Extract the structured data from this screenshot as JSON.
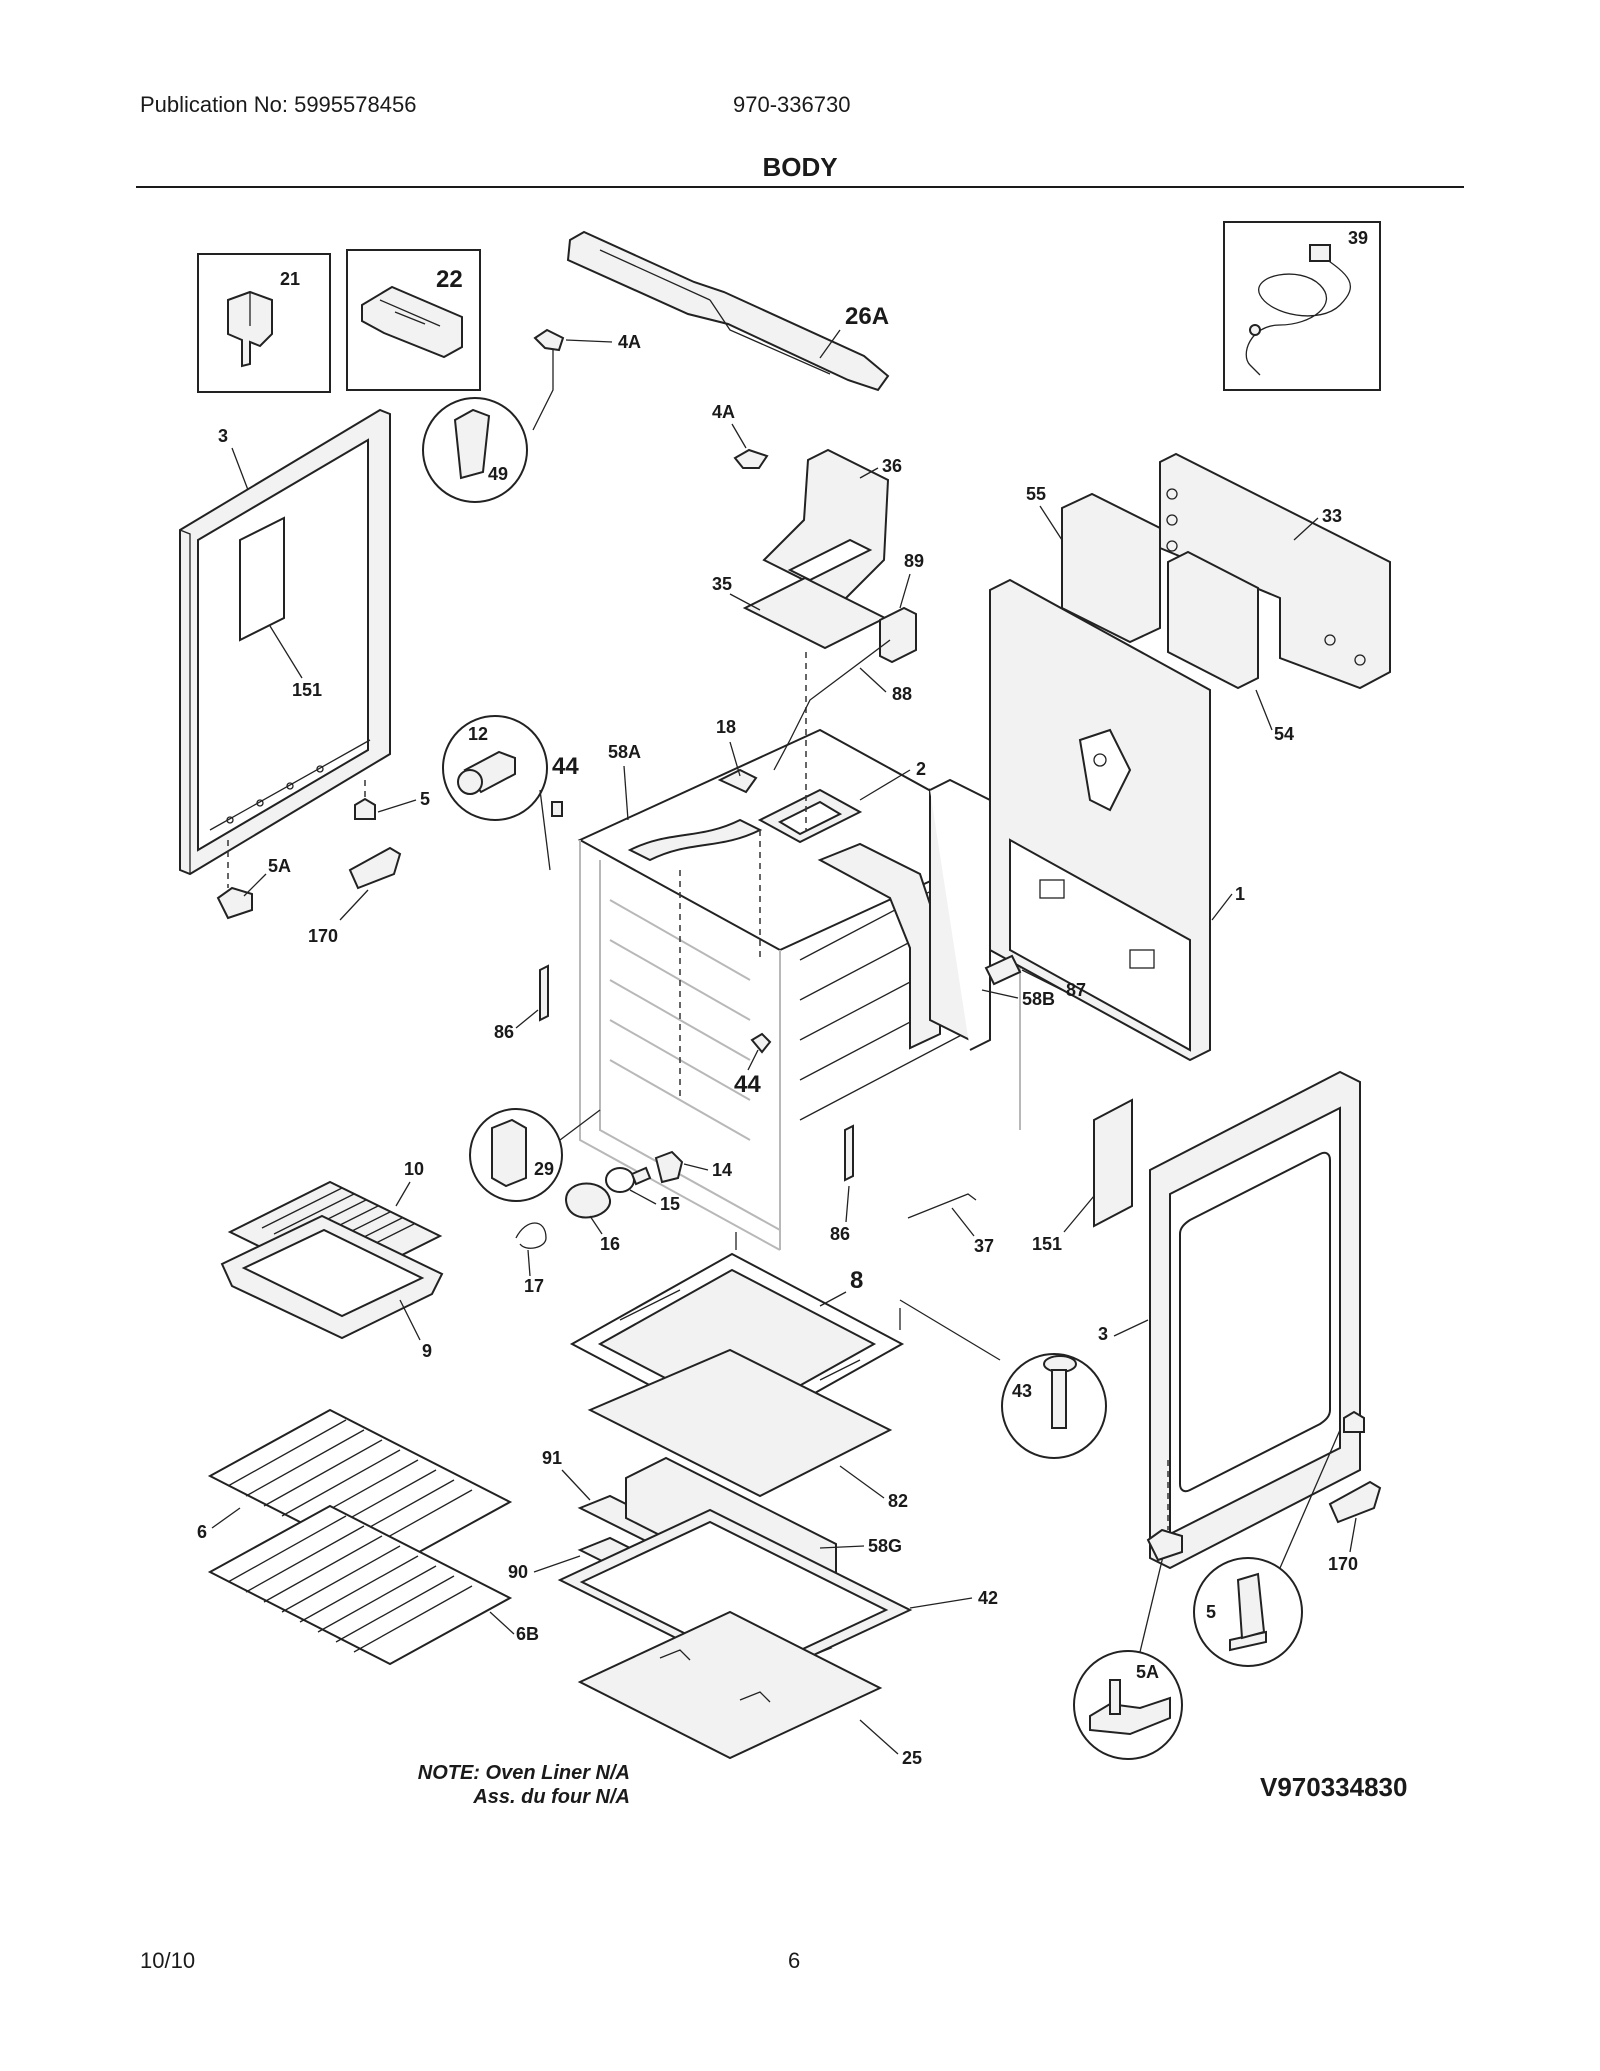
{
  "header": {
    "publication": "Publication No: 5995578456",
    "model": "970-336730",
    "title": "BODY"
  },
  "note": {
    "line1": "NOTE: Oven Liner N/A",
    "line2": "Ass. du four N/A"
  },
  "diagram_code": "V970334830",
  "footer": {
    "date": "10/10",
    "page": "6"
  },
  "callouts": {
    "c21": "21",
    "c22": "22",
    "c26A": "26A",
    "c39": "39",
    "c4A_a": "4A",
    "c4A_b": "4A",
    "c49": "49",
    "c3_a": "3",
    "c151_a": "151",
    "c36": "36",
    "c55": "55",
    "c33": "33",
    "c89": "89",
    "c35": "35",
    "c88": "88",
    "c54": "54",
    "c12": "12",
    "c44_a": "44",
    "c58A": "58A",
    "c18": "18",
    "c2": "2",
    "c5_a": "5",
    "c5A_a": "5A",
    "c170_a": "170",
    "c1": "1",
    "c87": "87",
    "c86_a": "86",
    "c58B": "58B",
    "c44_b": "44",
    "c10": "10",
    "c29": "29",
    "c14": "14",
    "c15": "15",
    "c16": "16",
    "c17": "17",
    "c9": "9",
    "c86_b": "86",
    "c37": "37",
    "c151_b": "151",
    "c8": "8",
    "c3_b": "3",
    "c43": "43",
    "c91": "91",
    "c82": "82",
    "c6": "6",
    "c58G": "58G",
    "c90": "90",
    "c42": "42",
    "c6B": "6B",
    "c25": "25",
    "c170_b": "170",
    "c5_b": "5",
    "c5A_b": "5A"
  }
}
